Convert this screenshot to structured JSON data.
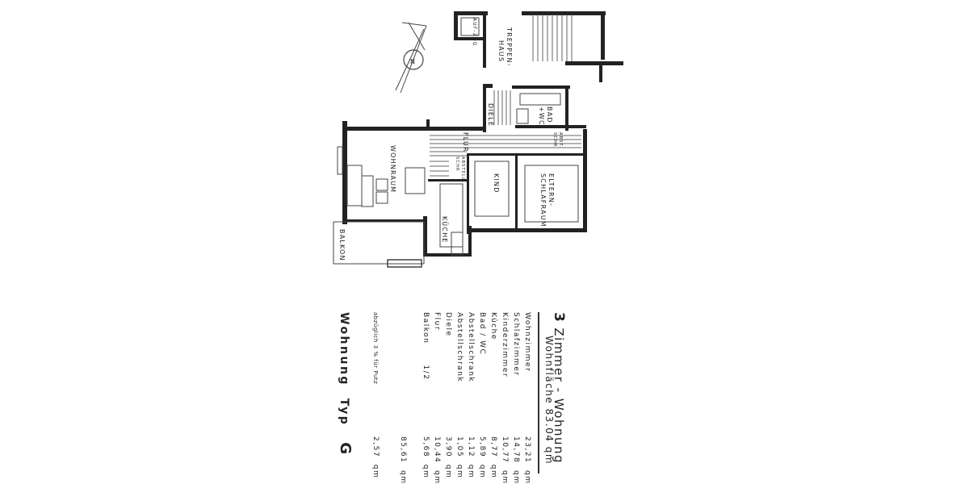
{
  "plan": {
    "compass": "N",
    "rooms": {
      "aufzug": "AUF-ZUG",
      "treppenhaus_1": "TREPPEN-",
      "treppenhaus_2": "HAUS",
      "diele": "DIELE",
      "bad_1": "BAD",
      "bad_2": "+WC",
      "abst_schr_1": "ABST.",
      "abst_schr_2": "SCHR",
      "flur": "FLUR",
      "abstell_schr_1": "ABSTELL-",
      "abstell_schr_2": "SCHR",
      "wohnraum": "WOHNRAUM",
      "kind": "KIND",
      "eltern_1": "ELTERN-",
      "eltern_2": "SCHLAFRAUM",
      "kueche": "KÜCHE",
      "balkon": "BALKON"
    }
  },
  "legend": {
    "rooms_count": "3",
    "heading": "Zimmer - Wohnung",
    "subheading": "Wohnfläche 83.04  qm",
    "rows": [
      {
        "label": "Wohnzimmer",
        "value": "23,21  qm"
      },
      {
        "label": "Schlafzimmer",
        "value": "14,78  qm"
      },
      {
        "label": "Kinderzimmer",
        "value": "10,77  qm"
      },
      {
        "label": "Küche",
        "value": "8,77  qm"
      },
      {
        "label": "Bad / WC",
        "value": "5,89  qm"
      },
      {
        "label": "Abstellschrank",
        "value": "1,12  qm"
      },
      {
        "label": "Abstellschrank",
        "value": "1,05  qm"
      },
      {
        "label": "Diele",
        "value": "3,90  qm"
      },
      {
        "label": "Flur",
        "value": "10,44  qm"
      },
      {
        "label": "Balkon      1/2",
        "value": "5,68  qm"
      }
    ],
    "total": "85,61  qm",
    "deduction_label": "abzüglich 3 % für Putz",
    "deduction_value": "2,57  qm"
  },
  "title": {
    "text": "Wohnung  Typ",
    "type": "G"
  }
}
